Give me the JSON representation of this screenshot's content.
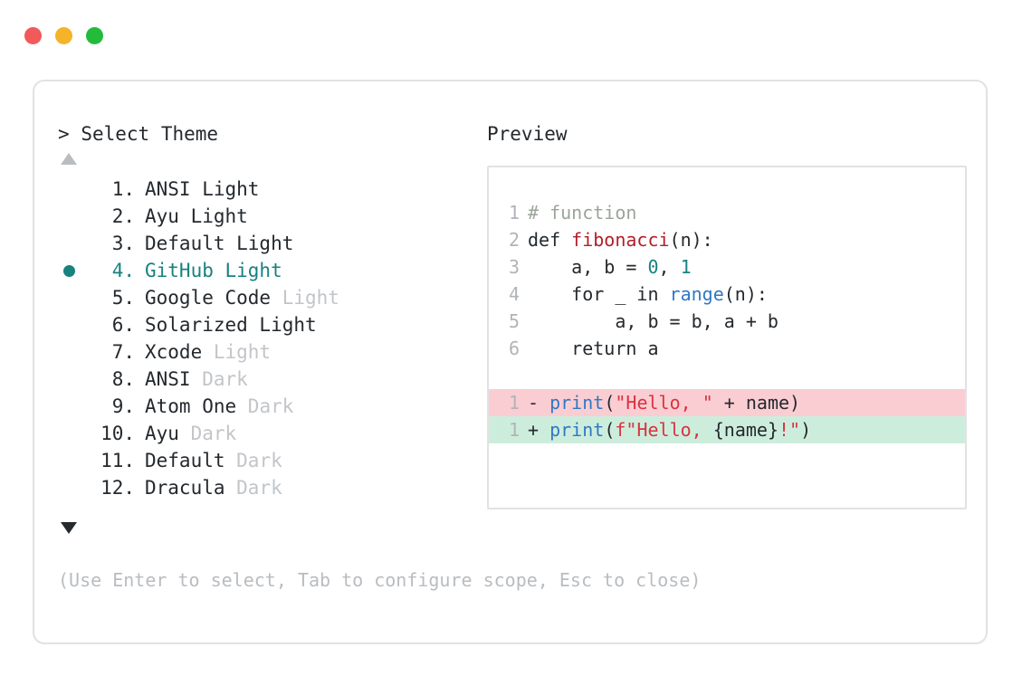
{
  "window": {
    "traffic_lights": [
      {
        "name": "close",
        "color": "#F1595A"
      },
      {
        "name": "minimize",
        "color": "#F5B32A"
      },
      {
        "name": "maximize",
        "color": "#22BB3B"
      }
    ]
  },
  "prompt": {
    "caret": ">",
    "title": "Select Theme"
  },
  "scroll": {
    "up_indicator": "▲",
    "down_indicator": "▼",
    "up_enabled": false,
    "down_enabled": true
  },
  "themes": {
    "selected_index": 4,
    "items": [
      {
        "index": " 1.",
        "name": "ANSI Light",
        "tag": "",
        "selected": false
      },
      {
        "index": " 2.",
        "name": "Ayu Light",
        "tag": "",
        "selected": false
      },
      {
        "index": " 3.",
        "name": "Default Light",
        "tag": "",
        "selected": false
      },
      {
        "index": " 4.",
        "name": "GitHub Light",
        "tag": "",
        "selected": true
      },
      {
        "index": " 5.",
        "name": "Google Code",
        "tag": " Light",
        "selected": false
      },
      {
        "index": " 6.",
        "name": "Solarized Light",
        "tag": "",
        "selected": false
      },
      {
        "index": " 7.",
        "name": "Xcode",
        "tag": " Light",
        "selected": false
      },
      {
        "index": " 8.",
        "name": "ANSI",
        "tag": " Dark",
        "selected": false
      },
      {
        "index": " 9.",
        "name": "Atom One",
        "tag": " Dark",
        "selected": false
      },
      {
        "index": "10.",
        "name": "Ayu",
        "tag": " Dark",
        "selected": false
      },
      {
        "index": "11.",
        "name": "Default",
        "tag": " Dark",
        "selected": false
      },
      {
        "index": "12.",
        "name": "Dracula",
        "tag": " Dark",
        "selected": false
      }
    ]
  },
  "preview": {
    "heading": "Preview",
    "code_lines": [
      {
        "line_no": "1",
        "highlight": "none",
        "tokens": [
          {
            "t": "# function",
            "c": "comment"
          }
        ]
      },
      {
        "line_no": "2",
        "highlight": "none",
        "tokens": [
          {
            "t": "def ",
            "c": "plain"
          },
          {
            "t": "fibonacci",
            "c": "func"
          },
          {
            "t": "(n):",
            "c": "plain"
          }
        ]
      },
      {
        "line_no": "3",
        "highlight": "none",
        "tokens": [
          {
            "t": "    a, b = ",
            "c": "plain"
          },
          {
            "t": "0",
            "c": "num"
          },
          {
            "t": ", ",
            "c": "plain"
          },
          {
            "t": "1",
            "c": "num"
          }
        ]
      },
      {
        "line_no": "4",
        "highlight": "none",
        "tokens": [
          {
            "t": "    for _ in ",
            "c": "plain"
          },
          {
            "t": "range",
            "c": "builtin"
          },
          {
            "t": "(n):",
            "c": "plain"
          }
        ]
      },
      {
        "line_no": "5",
        "highlight": "none",
        "tokens": [
          {
            "t": "        a, b = b, a + b",
            "c": "plain"
          }
        ]
      },
      {
        "line_no": "6",
        "highlight": "none",
        "tokens": [
          {
            "t": "    return a",
            "c": "plain"
          }
        ]
      },
      {
        "line_no": "",
        "highlight": "none",
        "gap": true,
        "tokens": []
      },
      {
        "line_no": "1",
        "highlight": "del",
        "tokens": [
          {
            "t": "- ",
            "c": "marker"
          },
          {
            "t": "print",
            "c": "builtin"
          },
          {
            "t": "(",
            "c": "plain"
          },
          {
            "t": "\"Hello, \"",
            "c": "str"
          },
          {
            "t": " + name)",
            "c": "plain"
          }
        ]
      },
      {
        "line_no": "1",
        "highlight": "add",
        "tokens": [
          {
            "t": "+ ",
            "c": "marker"
          },
          {
            "t": "print",
            "c": "builtin"
          },
          {
            "t": "(",
            "c": "plain"
          },
          {
            "t": "f\"Hello, ",
            "c": "str"
          },
          {
            "t": "{name}",
            "c": "plain"
          },
          {
            "t": "!\"",
            "c": "str"
          },
          {
            "t": ")",
            "c": "plain"
          }
        ]
      }
    ]
  },
  "footer": {
    "hint": "(Use Enter to select, Tab to configure scope, Esc to close)"
  },
  "colors": {
    "accent_teal": "#178280",
    "text_primary": "#24292e",
    "text_muted": "#b9bcc0",
    "border": "#e2e2e4",
    "diff_del_bg": "#FACDD3",
    "diff_add_bg": "#CDEDDC"
  }
}
